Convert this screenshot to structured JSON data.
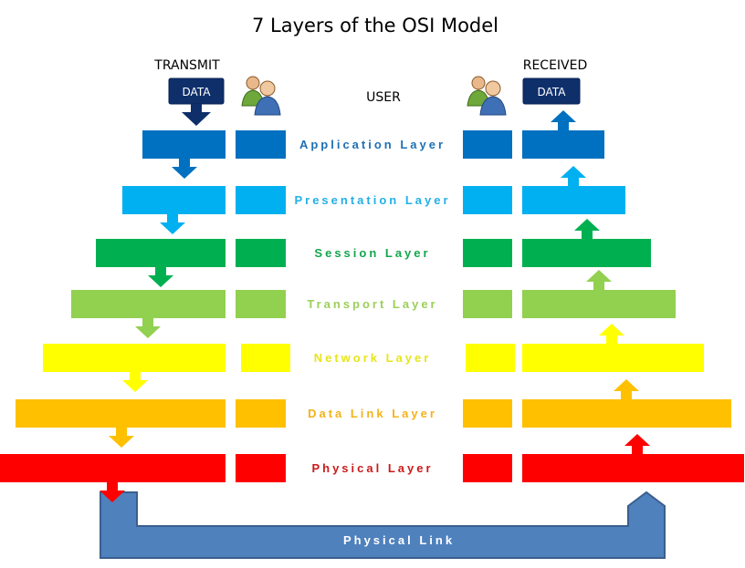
{
  "title": "7 Layers of the OSI Model",
  "transmit_label": "TRANSMIT",
  "received_label": "RECEIVED",
  "user_label": "USER",
  "data_box_label": "DATA",
  "physical_link_label": "Physical Link",
  "icons": {
    "users": "users-icon"
  },
  "colors": {
    "data_box": "#0f2f6b",
    "link_pipe": "#4f81bd",
    "link_outline": "#3a5f8f"
  },
  "layers": [
    {
      "name": "Application Layer",
      "color": "#0070c0",
      "text_color": "#1f6fb4"
    },
    {
      "name": "Presentation Layer",
      "color": "#00b0f0",
      "text_color": "#22b0e8"
    },
    {
      "name": "Session Layer",
      "color": "#00b050",
      "text_color": "#14a54e"
    },
    {
      "name": "Transport Layer",
      "color": "#92d050",
      "text_color": "#9bcf5a"
    },
    {
      "name": "Network Layer",
      "color": "#ffff00",
      "text_color": "#e7e51a"
    },
    {
      "name": "Data Link Layer",
      "color": "#ffc000",
      "text_color": "#f2b31a"
    },
    {
      "name": "Physical Layer",
      "color": "#ff0000",
      "text_color": "#cc1a1a"
    }
  ]
}
